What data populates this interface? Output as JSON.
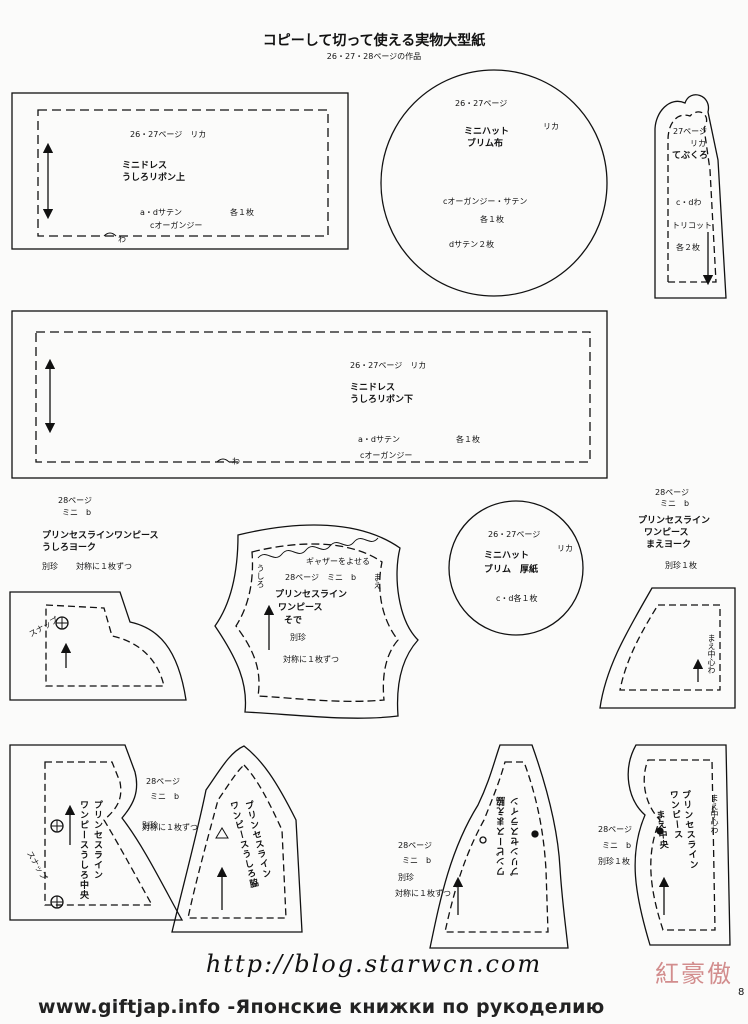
{
  "header": {
    "title": "コピーして切って使える実物大型紙",
    "subtitle": "26・27・28ページの作品"
  },
  "pieces": {
    "ribbon_top": {
      "page": "26・27ページ　リカ",
      "name1": "ミニドレス",
      "name2": "うしろリボン上",
      "fabric1": "a・dサテン",
      "fabric2": "cオーガンジー",
      "count": "各１枚",
      "fold": "わ"
    },
    "hat_brim": {
      "page": "26・27ページ",
      "doll": "リカ",
      "name1": "ミニハット",
      "name2": "ブリム布",
      "fabric1": "cオーガンジー・サテン",
      "count1": "各１枚",
      "fabric2": "dサテン２枚"
    },
    "glove": {
      "page": "27ページ",
      "doll": "リカ",
      "name": "てぶくろ",
      "fabric1": "c・dわ",
      "fabric2": "トリコット",
      "count": "各２枚"
    },
    "ribbon_bottom": {
      "page": "26・27ページ　リカ",
      "name1": "ミニドレス",
      "name2": "うしろリボン下",
      "fabric1": "a・dサテン",
      "fabric2": "cオーガンジー",
      "count": "各１枚",
      "fold": "わ"
    },
    "back_yoke": {
      "page": "28ページ",
      "size": "ミニ　b",
      "name1": "プリンセスラインワンピース",
      "name2": "うしろヨーク",
      "fabric": "別珍",
      "count": "対称に１枚ずつ",
      "snap": "スナップ"
    },
    "sleeve": {
      "gather": "ギャザーをよせる",
      "back": "うしろ",
      "front": "まえ",
      "page": "28ページ　ミニ　b",
      "name1": "プリンセスライン",
      "name2": "ワンピース",
      "name3": "そで",
      "fabric": "別珍",
      "count": "対称に１枚ずつ"
    },
    "hat_board": {
      "page": "26・27ページ",
      "doll": "リカ",
      "name1": "ミニハット",
      "name2": "ブリム　厚紙",
      "count": "c・d各１枚"
    },
    "front_yoke": {
      "page": "28ページ",
      "size": "ミニ　b",
      "name1": "プリンセスライン",
      "name2": "ワンピース",
      "name3": "まえヨーク",
      "fabric": "別珍１枚",
      "center": "まえ中心わ"
    },
    "back_center": {
      "page": "28ページ",
      "size": "ミニ　b",
      "fabric": "別珍",
      "count": "対称に１枚ずつ",
      "name1": "プリンセスライン",
      "name2": "ワンピースうしろ中央",
      "snap": "スナップ"
    },
    "back_side": {
      "name1": "プリンセスライン",
      "name2": "ワンピースうしろ脇"
    },
    "front_side": {
      "page": "28ページ",
      "size": "ミニ　b",
      "fabric": "別珍",
      "count": "対称に１枚ずつ",
      "name1": "プリンセスライン",
      "name2": "ワンピースまえ脇"
    },
    "front_center": {
      "page": "28ページ",
      "size": "ミニ　b",
      "fabric": "別珍１枚",
      "center": "まえ中心わ",
      "name1": "プリンセスライン",
      "name2": "ワンピース",
      "name3": "まえ中央"
    }
  },
  "footer": {
    "blog": "http://blog.starwcn.com",
    "watermark_text": "www.giftjap.info -Японские книжки по рукоделию",
    "stamp": "紅豪傲",
    "page_number": "8"
  }
}
